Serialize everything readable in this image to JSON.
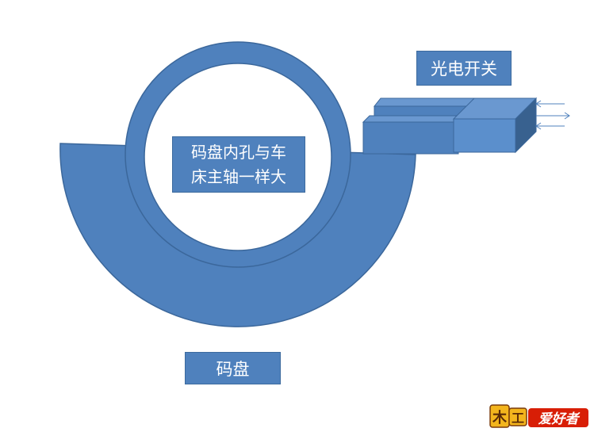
{
  "labels": {
    "photoelectric_switch": "光电开关",
    "inner_hole_line1": "码盘内孔与车",
    "inner_hole_line2": "床主轴一样大",
    "code_disk": "码盘"
  },
  "watermark": {
    "text": "木工爱好者"
  },
  "colors": {
    "fill": "#4f81bd",
    "stroke": "#3b679b",
    "face_light": "#5b8fcc",
    "face_dark": "#38618f",
    "ring_light": "#d9e4f2",
    "watermark_red": "#d81e06",
    "watermark_gold": "#f3b51d"
  },
  "icons": {
    "arrows": "light-beam-arrows"
  }
}
